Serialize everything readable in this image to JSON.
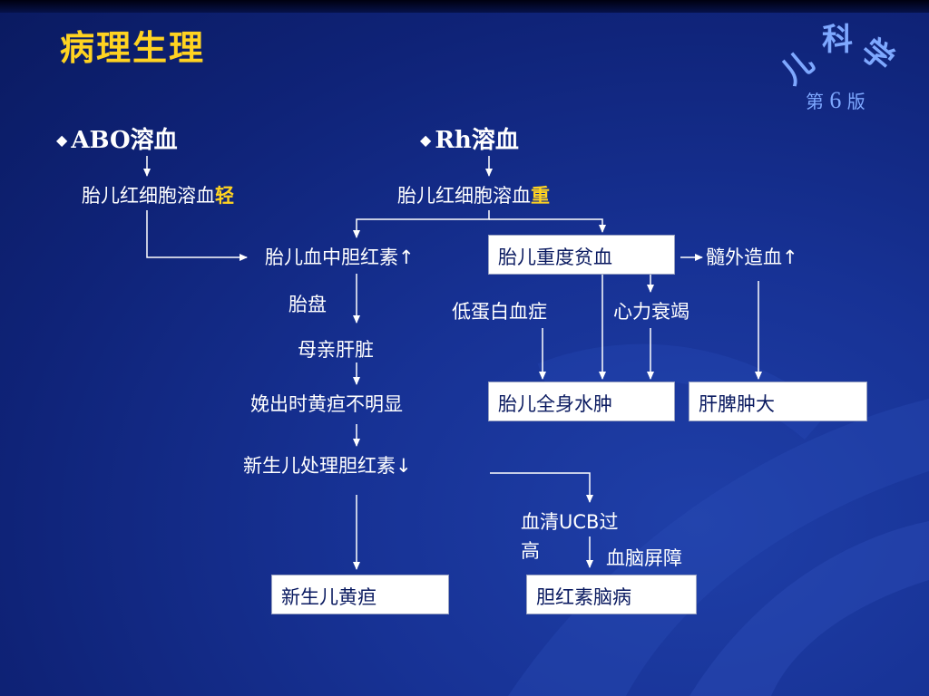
{
  "slide": {
    "title": "病理生理",
    "logo": {
      "c1": "儿",
      "c2": "科",
      "c3": "学",
      "edition_prefix": "第",
      "edition_num": "6",
      "edition_suffix": "版"
    }
  },
  "diagram": {
    "heading_abo": "ABO溶血",
    "heading_rh": "Rh溶血",
    "bullet": "◆",
    "abo_hemolysis_prefix": "胎儿红细胞溶血",
    "abo_hemolysis_emph": "轻",
    "rh_hemolysis_prefix": "胎儿红细胞溶血",
    "rh_hemolysis_emph": "重",
    "fetal_bilirubin": "胎儿血中胆红素↑",
    "severe_anemia": "胎儿重度贫血",
    "extramedullary": "髓外造血↑",
    "placenta": "胎盘",
    "hypoproteinemia": "低蛋白血症",
    "heart_failure": "心力衰竭",
    "maternal_liver": "母亲肝脏",
    "jaundice_unclear": "娩出时黄疸不明显",
    "hydrops": "胎儿全身水肿",
    "hepatosplenomegaly": "肝脾肿大",
    "neonatal_bilirubin": "新生儿处理胆红素↓",
    "ucb_high_1": "血清UCB过",
    "ucb_high_2": "高",
    "bbb": "血脑屏障",
    "neonatal_jaundice": "新生儿黄疸",
    "kernicterus": "胆红素脑病"
  }
}
